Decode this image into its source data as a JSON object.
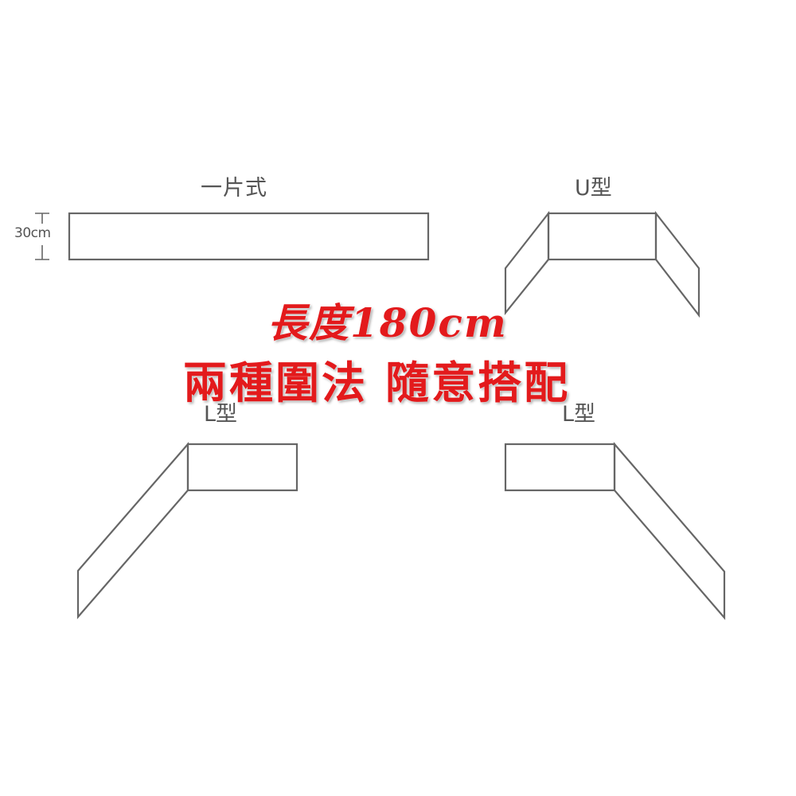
{
  "diagram": {
    "title_line1": "長度180cm",
    "title_line2": "兩種圍法  隨意搭配",
    "headline_color": "#e31a1c",
    "stroke_color": "#666666",
    "label_color": "#555555",
    "dimension_label": "30cm",
    "shapes": [
      {
        "id": "flat",
        "label": "一片式"
      },
      {
        "id": "u-shape",
        "label": "U型"
      },
      {
        "id": "l-shape-left",
        "label": "L型"
      },
      {
        "id": "l-shape-right",
        "label": "L型"
      }
    ]
  }
}
